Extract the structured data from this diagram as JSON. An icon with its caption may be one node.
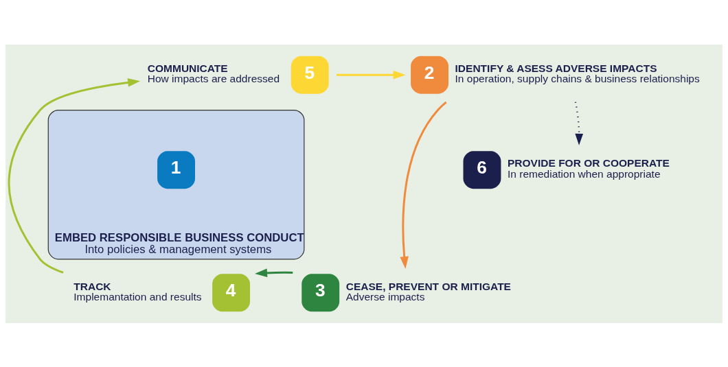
{
  "diagram": {
    "nodes": [
      {
        "text": [
          "EMBED RESPONSIBLE BUSINESS CONDUCT",
          "Into policies & management systems"
        ]
      },
      {
        "text": [
          "1"
        ],
        "in": 0
      },
      {
        "text": [
          "2"
        ],
        "beside": [
          "IDENTIFY & ASESS ADVERSE IMPACTS",
          "In operation, supply chains & business relationships"
        ]
      },
      {
        "text": [
          "3"
        ],
        "beside": [
          "CEASE, PREVENT OR MITIGATE",
          "Adverse impacts"
        ]
      },
      {
        "text": [
          "4"
        ],
        "beside": [
          "TRACK",
          "Implemantation and results"
        ]
      },
      {
        "text": [
          "5"
        ],
        "beside": [
          "COMMUNICATE",
          "How impacts are addressed"
        ]
      },
      {
        "text": [
          "6"
        ],
        "beside": [
          "PROVIDE FOR OR COOPERATE",
          "In remediation when appropriate"
        ]
      }
    ],
    "edges": [
      {
        "from": 5,
        "to": 2,
        "arrow": "to",
        "color": "#fdd835"
      },
      {
        "from": 2,
        "to": 3,
        "arrow": "to",
        "color": "#f08a3c"
      },
      {
        "from": 3,
        "to": 4,
        "arrow": "to",
        "color": "#2e8540"
      },
      {
        "from": 4,
        "to": 5,
        "arrow": "to",
        "color": "#a3c132"
      },
      {
        "from": 2,
        "to": 6,
        "arrow": "to",
        "style": "dashed",
        "color": "#1a1f4b"
      }
    ]
  }
}
